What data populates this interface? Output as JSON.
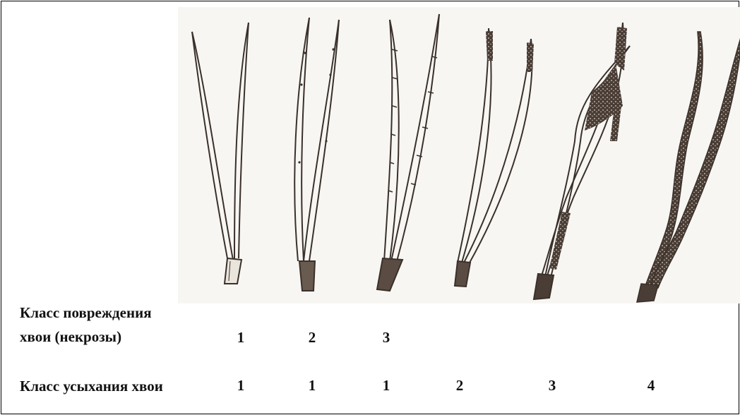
{
  "figure": {
    "damage_class_label_line1": "Класс повреждения",
    "damage_class_label_line2": "хвои (некрозы)",
    "drying_class_label": "Класс усыхания хвои",
    "damage_classes": [
      "1",
      "2",
      "3"
    ],
    "drying_classes": [
      "1",
      "1",
      "1",
      "2",
      "3",
      "4"
    ]
  },
  "colors": {
    "ink": "#3a302a",
    "background": "#f7f6f3"
  }
}
